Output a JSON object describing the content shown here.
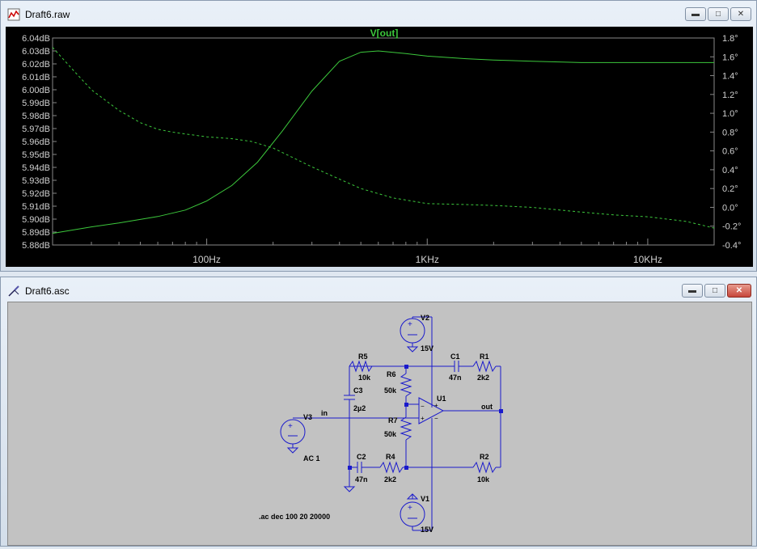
{
  "plot_window": {
    "title": "Draft6.raw",
    "trace_label": "V[out]",
    "colors": {
      "background": "#000000",
      "trace": "#3cc83c",
      "axis_text": "#d0d0d0"
    }
  },
  "schematic_window": {
    "title": "Draft6.asc",
    "labels": {
      "v2": "V2",
      "v2_val": "15V",
      "v1": "V1",
      "v1_val": "15V",
      "v3": "V3",
      "v3_val": "AC 1",
      "r5": "R5",
      "r5_val": "10k",
      "r6": "R6",
      "r6_val": "50k",
      "r7": "R7",
      "r7_val": "50k",
      "c1": "C1",
      "c1_val": "47n",
      "r1": "R1",
      "r1_val": "2k2",
      "c3": "C3",
      "c3_val": "2µ2",
      "c2": "C2",
      "c2_val": "47n",
      "r4": "R4",
      "r4_val": "2k2",
      "r2": "R2",
      "r2_val": "10k",
      "u1": "U1",
      "net_in": "in",
      "net_out": "out",
      "directive": ".ac dec 100 20 20000"
    },
    "colors": {
      "background": "#c2c2c2",
      "wire": "#1a1acc"
    }
  },
  "chart_data": {
    "type": "line",
    "title": "V[out]",
    "x_scale": "log",
    "xlim": [
      20,
      20000
    ],
    "x_ticks": [
      {
        "value": 100,
        "label": "100Hz"
      },
      {
        "value": 1000,
        "label": "1KHz"
      },
      {
        "value": 10000,
        "label": "10KHz"
      }
    ],
    "y_left_ticks": [
      "6.04dB",
      "6.03dB",
      "6.02dB",
      "6.01dB",
      "6.00dB",
      "5.99dB",
      "5.98dB",
      "5.97dB",
      "5.96dB",
      "5.95dB",
      "5.94dB",
      "5.93dB",
      "5.92dB",
      "5.91dB",
      "5.90dB",
      "5.89dB",
      "5.88dB"
    ],
    "ylim_left": [
      5.88,
      6.04
    ],
    "y_right_ticks": [
      "1.8°",
      "1.6°",
      "1.4°",
      "1.2°",
      "1.0°",
      "0.8°",
      "0.6°",
      "0.4°",
      "0.2°",
      "0.0°",
      "-0.2°",
      "-0.4°"
    ],
    "ylim_right": [
      -0.4,
      1.8
    ],
    "series": [
      {
        "axis": "left",
        "style": "solid",
        "x": [
          20,
          30,
          40,
          60,
          80,
          100,
          130,
          170,
          220,
          300,
          400,
          500,
          600,
          800,
          1000,
          1500,
          2000,
          3000,
          5000,
          10000,
          20000
        ],
        "y": [
          5.889,
          5.894,
          5.897,
          5.902,
          5.907,
          5.914,
          5.926,
          5.944,
          5.968,
          5.999,
          6.022,
          6.029,
          6.03,
          6.028,
          6.026,
          6.024,
          6.023,
          6.022,
          6.021,
          6.021,
          6.021
        ]
      },
      {
        "axis": "right",
        "style": "dashed",
        "x": [
          20,
          25,
          30,
          40,
          50,
          60,
          70,
          80,
          100,
          130,
          160,
          200,
          250,
          300,
          400,
          500,
          700,
          1000,
          1500,
          2000,
          3000,
          5000,
          7000,
          10000,
          15000,
          20000
        ],
        "y": [
          1.7,
          1.45,
          1.25,
          1.03,
          0.9,
          0.83,
          0.8,
          0.78,
          0.75,
          0.73,
          0.7,
          0.63,
          0.52,
          0.43,
          0.3,
          0.2,
          0.1,
          0.04,
          0.03,
          0.02,
          0.0,
          -0.05,
          -0.08,
          -0.1,
          -0.15,
          -0.22
        ]
      }
    ]
  }
}
